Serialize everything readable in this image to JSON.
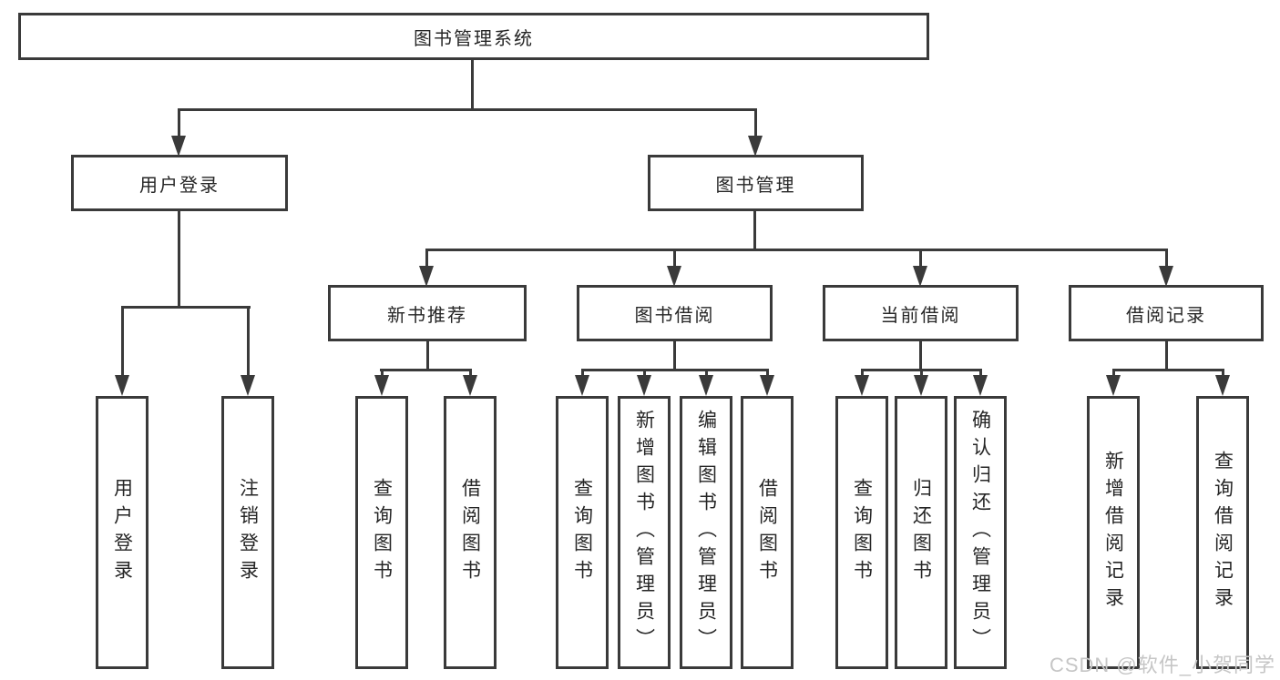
{
  "diagram": {
    "root": {
      "label": "图书管理系统"
    },
    "level2": [
      {
        "label": "用户登录"
      },
      {
        "label": "图书管理"
      }
    ],
    "level3": [
      {
        "label": "新书推荐"
      },
      {
        "label": "图书借阅"
      },
      {
        "label": "当前借阅"
      },
      {
        "label": "借阅记录"
      }
    ],
    "leaves": {
      "user_login": [
        {
          "label": "用户登录"
        },
        {
          "label": "注销登录"
        }
      ],
      "new_books": [
        {
          "label": "查询图书"
        },
        {
          "label": "借阅图书"
        }
      ],
      "book_borrowing": [
        {
          "label": "查询图书"
        },
        {
          "label": "新增图书（管理员）"
        },
        {
          "label": "编辑图书（管理员）"
        },
        {
          "label": "借阅图书"
        }
      ],
      "current_borrowing": [
        {
          "label": "查询图书"
        },
        {
          "label": "归还图书"
        },
        {
          "label": "确认归还（管理员）"
        }
      ],
      "borrowing_records": [
        {
          "label": "新增借阅记录"
        },
        {
          "label": "查询借阅记录"
        }
      ]
    },
    "watermark": "CSDN @软件_小贺同学",
    "colors": {
      "line": "#3a3a3a",
      "text": "#262626",
      "background": "#ffffff",
      "watermark": "#c6c6c6"
    }
  }
}
